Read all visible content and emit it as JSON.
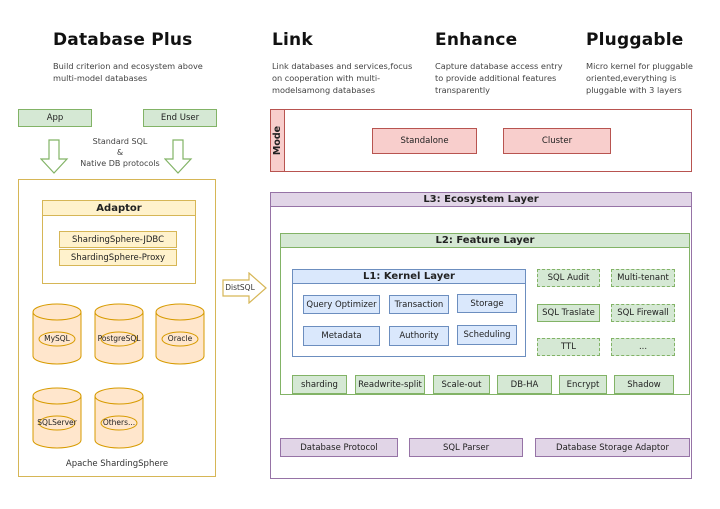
{
  "pillars": [
    {
      "title": "Database Plus",
      "description_lines": [
        "Build criterion and ecosystem above",
        "multi-model databases"
      ]
    },
    {
      "title": "Link",
      "description_lines": [
        "Link databases and services,focus",
        "on cooperation with multi-",
        "modelsamong databases"
      ]
    },
    {
      "title": "Enhance",
      "description_lines": [
        "Capture database access entry",
        "to provide additional features",
        "transparently"
      ]
    },
    {
      "title": "Pluggable",
      "description_lines": [
        "Micro kernel for pluggable",
        "oriented,everything is",
        "pluggable with 3 layers"
      ]
    }
  ],
  "clients": {
    "app": "App",
    "end_user": "End User",
    "protocol_lines": [
      "Standard SQL",
      "&",
      "Native DB protocols"
    ]
  },
  "shardingsphere": {
    "caption": "Apache ShardingSphere",
    "adaptor": {
      "title": "Adaptor",
      "items": [
        "ShardingSphere-JDBC",
        "ShardingSphere-Proxy"
      ]
    },
    "databases": [
      "MySQL",
      "PostgreSQL",
      "Oracle",
      "SQLServer",
      "Others..."
    ]
  },
  "distsql_label": "DistSQL",
  "mode": {
    "label": "Mode",
    "options": [
      "Standalone",
      "Cluster"
    ]
  },
  "l3": {
    "title": "L3: Ecosystem Layer",
    "bottom_items": [
      "Database Protocol",
      "SQL Parser",
      "Database Storage Adaptor"
    ]
  },
  "l2": {
    "title": "L2: Feature Layer",
    "side_items": [
      "SQL Audit",
      "Multi-tenant",
      "SQL Traslate",
      "SQL Firewall",
      "TTL",
      "..."
    ],
    "bottom_items": [
      "sharding",
      "Readwrite-split",
      "Scale-out",
      "DB-HA",
      "Encrypt",
      "Shadow"
    ]
  },
  "l1": {
    "title": "L1: Kernel Layer",
    "items": [
      "Query Optimizer",
      "Transaction",
      "Storage",
      "Metadata",
      "Authority",
      "Scheduling"
    ]
  },
  "colors": {
    "green_fill": "#d5e8d4",
    "green_stroke": "#82b366",
    "yellow_fill": "#fff2cc",
    "yellow_stroke": "#d6b656",
    "red_fill": "#f8cecc",
    "red_stroke": "#b85450",
    "purple_fill": "#e1d5e7",
    "purple_stroke": "#9673a6",
    "blue_fill": "#dae8fc",
    "blue_stroke": "#6c8ebf",
    "db_fill": "#ffe6cc",
    "db_stroke": "#d79b00"
  }
}
